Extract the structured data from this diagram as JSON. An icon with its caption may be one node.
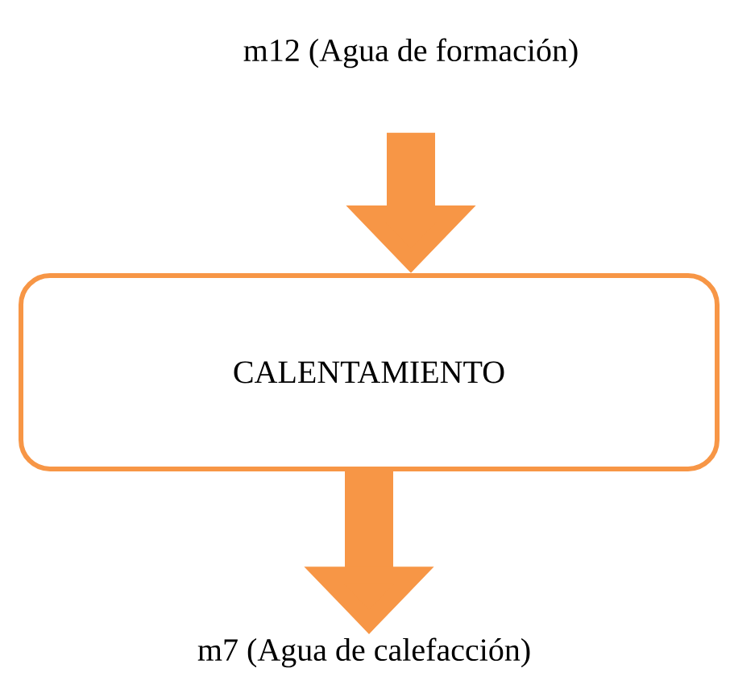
{
  "diagram": {
    "nodes": [
      {
        "text": [
          "m12 (Agua de formación)"
        ]
      },
      {
        "text": [
          "CALENTAMIENTO"
        ]
      },
      {
        "text": [
          "m7 (Agua de calefacción)"
        ]
      }
    ],
    "edges": [
      {
        "from": 0,
        "to": 1,
        "arrow": "to"
      },
      {
        "from": 1,
        "to": 2,
        "arrow": "to"
      }
    ]
  }
}
